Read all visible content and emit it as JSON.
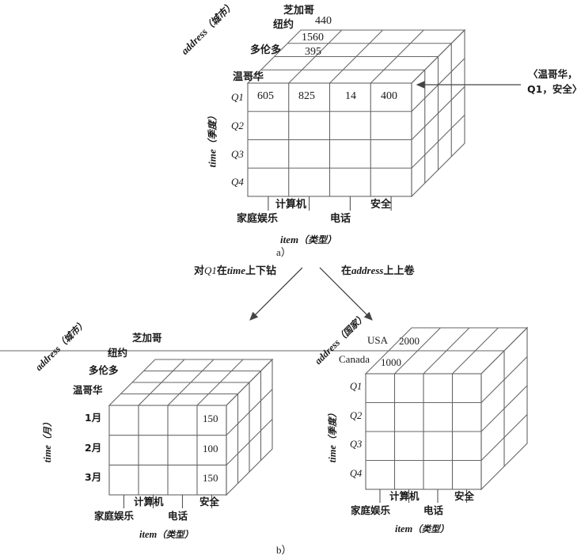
{
  "figure": {
    "caption_a": "a）",
    "caption_b": "b）",
    "annotation_line1": "〈温哥华，",
    "annotation_line2": "Q1，安全〉",
    "arrow_left_label_1": "对",
    "arrow_left_label_2": "Q1",
    "arrow_left_label_3": "在",
    "arrow_left_label_4": "time",
    "arrow_left_label_5": "上下钻",
    "arrow_right_label_1": "在",
    "arrow_right_label_2": "address",
    "arrow_right_label_3": "上上卷"
  },
  "cube_top": {
    "address_axis_italic": "address",
    "address_axis_paren": "（城市）",
    "time_axis_italic": "time",
    "time_axis_paren": "（季度）",
    "item_axis_italic": "item",
    "item_axis_paren": "（类型）",
    "address_members": [
      "温哥华",
      "多伦多",
      "纽约",
      "芝加哥"
    ],
    "time_members": [
      "Q1",
      "Q2",
      "Q3",
      "Q4"
    ],
    "item_members": [
      "家庭娱乐",
      "计算机",
      "电话",
      "安全"
    ],
    "top_values": [
      "395",
      "1560",
      "440"
    ],
    "front_row_values": [
      "605",
      "825",
      "14",
      "400"
    ]
  },
  "cube_left": {
    "address_axis_italic": "address",
    "address_axis_paren": "（城市）",
    "time_axis_italic": "time",
    "time_axis_paren": "（月）",
    "item_axis_italic": "item",
    "item_axis_paren": "（类型）",
    "address_members": [
      "温哥华",
      "多伦多",
      "纽约",
      "芝加哥"
    ],
    "time_members": [
      "1月",
      "2月",
      "3月"
    ],
    "item_members": [
      "家庭娱乐",
      "计算机",
      "电话",
      "安全"
    ],
    "security_column_values": [
      "150",
      "100",
      "150"
    ]
  },
  "cube_right": {
    "address_axis_italic": "address",
    "address_axis_paren": "（国家）",
    "time_axis_italic": "time",
    "time_axis_paren": "（季度）",
    "item_axis_italic": "item",
    "item_axis_paren": "（类型）",
    "address_members": [
      "Canada",
      "USA"
    ],
    "time_members": [
      "Q1",
      "Q2",
      "Q3",
      "Q4"
    ],
    "item_members": [
      "家庭娱乐",
      "计算机",
      "电话",
      "安全"
    ],
    "top_values": [
      "1000",
      "2000"
    ]
  },
  "colors": {
    "line": "#555555",
    "text": "#1a1a1a",
    "background": "#ffffff"
  }
}
